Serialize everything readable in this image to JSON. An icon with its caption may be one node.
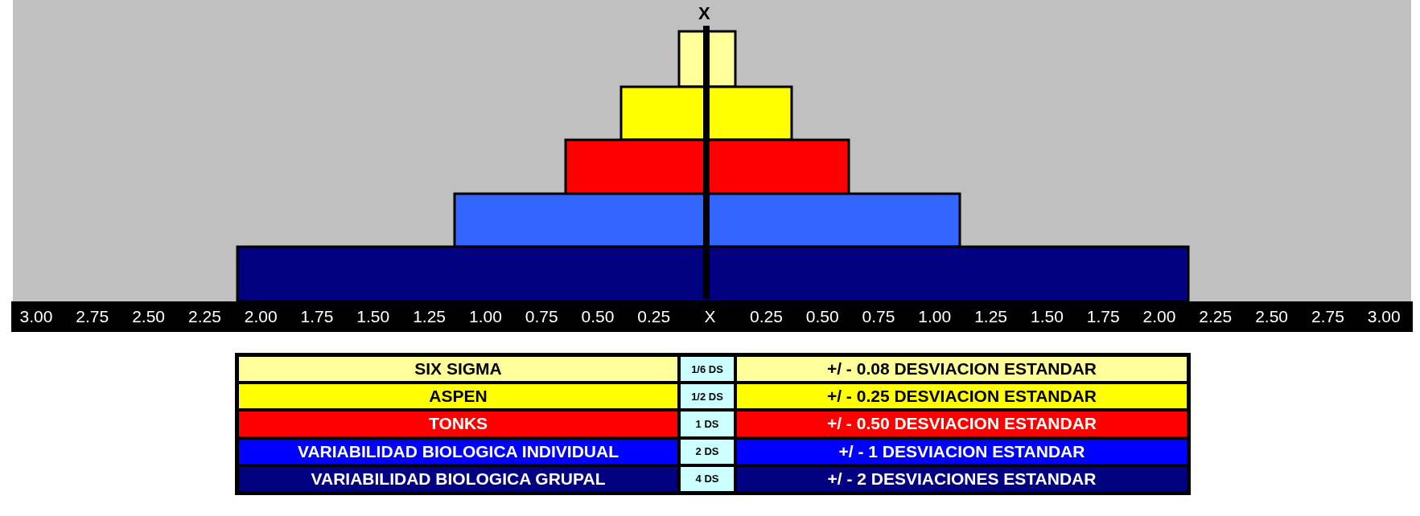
{
  "diagram": {
    "labels": [
      "X",
      "3.00",
      "2.75",
      "2.50",
      "2.25",
      "2.00",
      "1.75",
      "1.50",
      "1.25",
      "1.00",
      "0.75",
      "0.50",
      "0.25",
      "X",
      "0.25",
      "0.50",
      "0.75",
      "1.00",
      "1.25",
      "1.50",
      "1.75",
      "2.00",
      "2.25",
      "2.50",
      "2.75",
      "3.00",
      "SIX SIGMA",
      "1/6 DS",
      "+/ - 0.08 DESVIACION ESTANDAR",
      "ASPEN",
      "1/2 DS",
      "+/ - 0.25 DESVIACION ESTANDAR",
      "TONKS",
      "1 DS",
      "+/ - 0.50 DESVIACION ESTANDAR",
      "VARIABILIDAD BIOLOGICA INDIVIDUAL",
      "2 DS",
      "+/ - 1 DESVIACION ESTANDAR",
      "VARIABILIDAD BIOLOGICA GRUPAL",
      "4 DS",
      "+/ - 2 DESVIACIONES ESTANDAR"
    ]
  }
}
